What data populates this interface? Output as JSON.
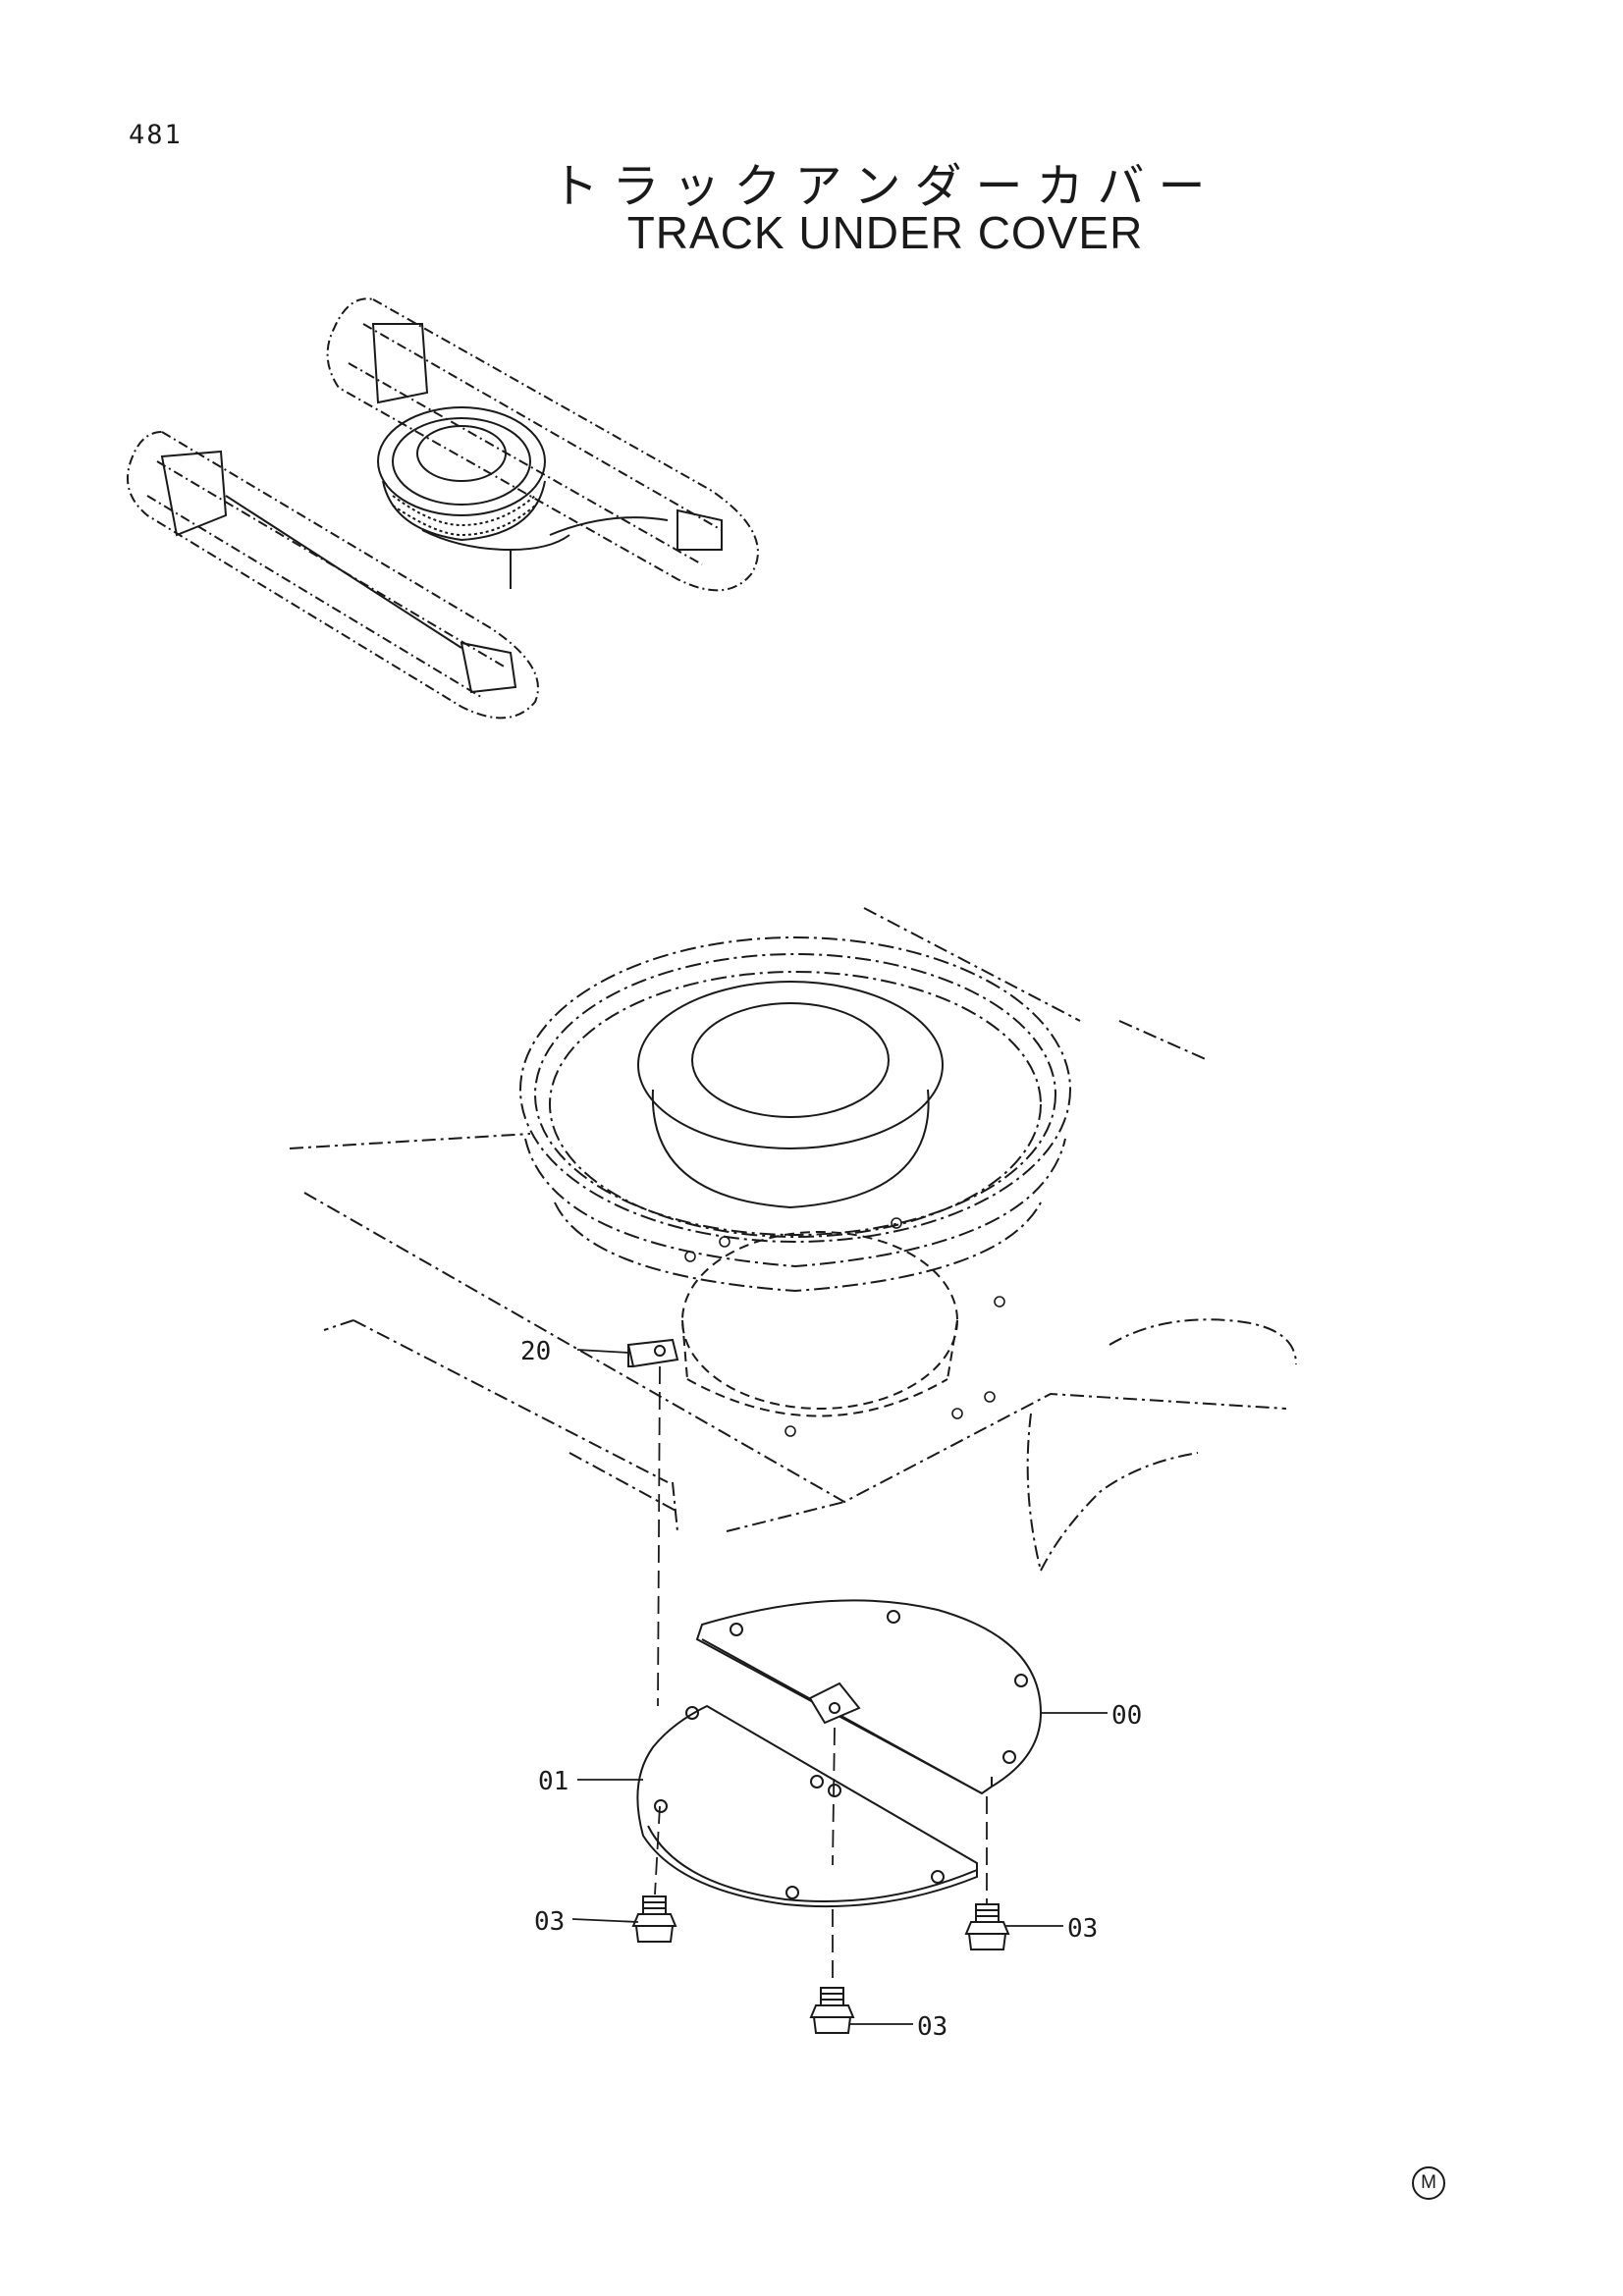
{
  "page": {
    "number": "481",
    "title_jp": "トラックアンダーカバー",
    "title_en": "TRACK UNDER COVER",
    "corner_mark": "M"
  },
  "callouts": [
    {
      "id": "20",
      "part": "bracket"
    },
    {
      "id": "00",
      "part": "cover-plate-right"
    },
    {
      "id": "01",
      "part": "cover-plate-left"
    },
    {
      "id": "03",
      "part": "bolt-left"
    },
    {
      "id": "03",
      "part": "bolt-right"
    },
    {
      "id": "03",
      "part": "bolt-center"
    }
  ],
  "colors": {
    "ink": "#1a1a1a",
    "paper": "#ffffff"
  }
}
